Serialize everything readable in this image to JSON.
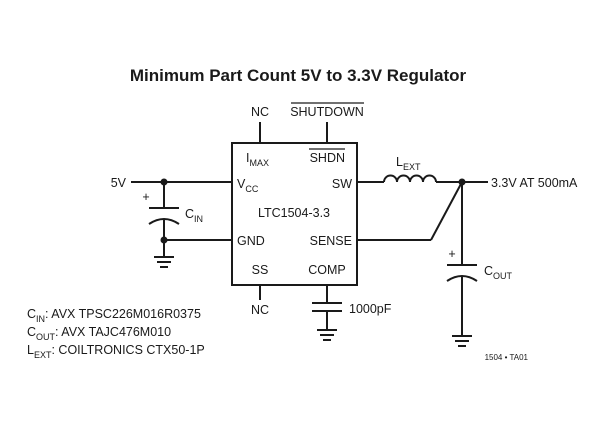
{
  "title": "Minimum Part Count 5V to 3.3V Regulator",
  "pins": {
    "nc_top": "NC",
    "shutdown_ext": "SHUTDOWN",
    "imax": "I",
    "imax_sub": "MAX",
    "shdn": "SHDN",
    "vcc": "V",
    "vcc_sub": "CC",
    "sw": "SW",
    "part": "LTC1504-3.3",
    "gnd": "GND",
    "sense": "SENSE",
    "ss": "SS",
    "comp": "COMP",
    "nc_bottom": "NC"
  },
  "components": {
    "vin": "5V",
    "cin": "C",
    "cin_sub": "IN",
    "lext": "L",
    "lext_sub": "EXT",
    "vout": "3.3V AT 500mA",
    "cout": "C",
    "cout_sub": "OUT",
    "comp_cap": "1000pF",
    "plus": "+"
  },
  "bom": [
    {
      "ref": "C",
      "sub": "IN",
      "value": ": AVX TPSC226M016R0375"
    },
    {
      "ref": "C",
      "sub": "OUT",
      "value": ": AVX TAJC476M010"
    },
    {
      "ref": "L",
      "sub": "EXT",
      "value": ": COILTRONICS CTX50-1P"
    }
  ],
  "figure_id": "1504 • TA01"
}
